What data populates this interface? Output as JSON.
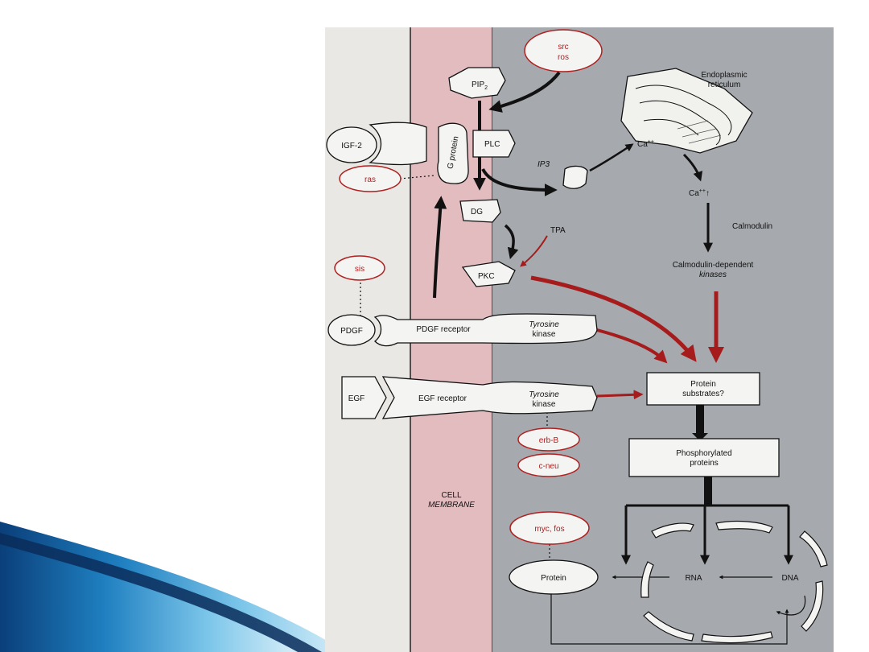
{
  "oncogenes": {
    "src_ros_1": "src",
    "src_ros_2": "ros",
    "ras": "ras",
    "sis": "sis",
    "erb_b": "erb-B",
    "c_neu": "c-neu",
    "myc_fos": "myc, fos"
  },
  "nodes": {
    "pip2": "PIP",
    "pip2_sub": "2",
    "igf2": "IGF-2",
    "g_protein": "G protein",
    "plc": "PLC",
    "ip3": "IP3",
    "dg": "DG",
    "tpa": "TPA",
    "pkc": "PKC",
    "pdgf": "PDGF",
    "pdgf_receptor": "PDGF receptor",
    "tyrosine_1": "Tyrosine",
    "kinase_1": "kinase",
    "egf": "EGF",
    "egf_receptor": "EGF receptor",
    "tyrosine_2": "Tyrosine",
    "kinase_2": "kinase",
    "er_1": "Endoplasmic",
    "er_2": "reticulum",
    "ca_er": "Ca",
    "ca_er_sup": "++",
    "ca_free": "Ca",
    "ca_free_sup": "++",
    "ca_free_arrow": "↑",
    "calmodulin": "Calmodulin",
    "cdk_1": "Calmodulin-dependent",
    "cdk_2": "kinases",
    "substrates_1": "Protein",
    "substrates_2": "substrates?",
    "phospho_1": "Phosphorylated",
    "phospho_2": "proteins",
    "protein": "Protein",
    "rna": "RNA",
    "dna": "DNA",
    "membrane_1": "CELL",
    "membrane_2": "MEMBRANE"
  },
  "colors": {
    "slide_accent": "#1f7fc0",
    "membrane": "#e3bcc0",
    "cytoplasm": "#a6a9ad",
    "exterior": "#e9e8e4",
    "oncogene": "#b02020",
    "signal_arrow": "#a61b1b"
  }
}
